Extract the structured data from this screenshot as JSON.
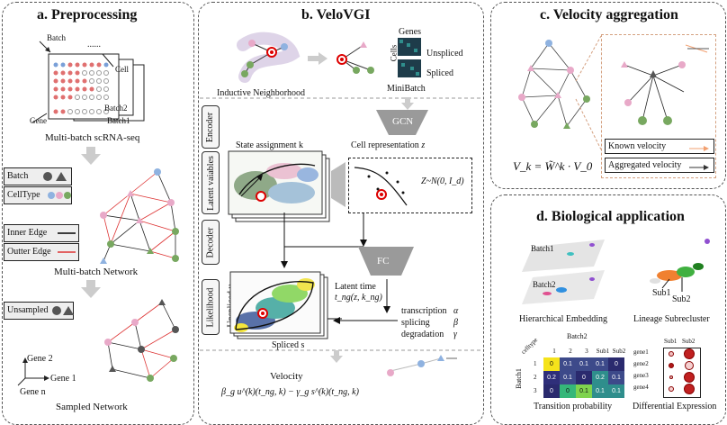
{
  "panel_a": {
    "title": "a. Preprocessing",
    "batch_label": "Batch",
    "dots": "......",
    "cell_label": "Cell",
    "gene_label": "Gene",
    "batch2_label": "Batch2",
    "batch1_label": "Batch1",
    "caption1": "Multi-batch scRNA-seq",
    "legend_batch": "Batch",
    "legend_celltype": "CellType",
    "legend_inner": "Inner Edge",
    "legend_outter": "Outter Edge",
    "caption2": "Multi-batch Network",
    "legend_unsampled": "Unsampled",
    "axis_gene2": "Gene 2",
    "axis_gene1": "Gene 1",
    "axis_genen": "Gene n",
    "caption3": "Sampled Network"
  },
  "panel_b": {
    "title": "b. VeloVGI",
    "genes_label": "Genes",
    "cells_label": "Cells",
    "unspliced_label": "Unspliced",
    "spliced_label": "Spliced",
    "inductive_caption": "Inductive Neighborhood",
    "minibatch_caption": "MiniBatch",
    "encoder_label": "Encoder",
    "gcn_label": "GCN",
    "cell_rep_label": "Cell representation",
    "cell_rep_var": "z",
    "state_label": "State assignment k",
    "latent_vars_label": "Latent vaiables",
    "fc_small_label": "FC",
    "z_dist_label": "Z~N(0, I_d)",
    "decoder_label": "Decoder",
    "fc_label": "FC",
    "likelihood_label": "Likelihood",
    "unspliced_u_label": "Unspliced u",
    "spliced_s_label": "Spliced s",
    "latent_time_label": "Latent time",
    "latent_time_formula": "t_ng(z, k_ng)",
    "transcription_label": "transcription",
    "transcription_sym": "α",
    "splicing_label": "splicing",
    "splicing_sym": "β",
    "degradation_label": "degradation",
    "degradation_sym": "γ",
    "velocity_label": "Velocity",
    "velocity_formula": "β_g u^(k)(t_ng, k) − γ_g s^(k)(t_ng, k)"
  },
  "panel_c": {
    "title": "c. Velocity aggregation",
    "known_velocity": "Known velocity",
    "aggregated_velocity": "Aggregated velocity",
    "formula": "V_k = W̃^k · V_0"
  },
  "panel_d": {
    "title": "d. Biological application",
    "batch1_label": "Batch1",
    "batch2_label": "Batch2",
    "sub1_label": "Sub1",
    "sub2_label": "Sub2",
    "caption_hier": "Hierarchical Embedding",
    "caption_lineage": "Lineage Subrecluster",
    "heatmap_batch2": "Batch2",
    "heatmap_celltype": "celltype",
    "heatmap_batch1": "Batch1",
    "heatmap_cols": [
      "1",
      "2",
      "3",
      "Sub1",
      "Sub2"
    ],
    "heatmap_rows": [
      "1",
      "2",
      "3"
    ],
    "heatmap_values": [
      [
        "0",
        "0.1",
        "0.1",
        "0.1",
        "0"
      ],
      [
        "0.2",
        "0.1",
        "0",
        "0.2",
        "0.1"
      ],
      [
        "0",
        "0",
        "0.1",
        "0.1",
        "0.1"
      ]
    ],
    "heatmap_colors": [
      [
        "#f5e31b",
        "#3d4a8a",
        "#3d4a8a",
        "#3d4a8a",
        "#2a2a6e"
      ],
      [
        "#2f2f7a",
        "#3d4a8a",
        "#2a2a6e",
        "#2f8e8c",
        "#3d4a8a"
      ],
      [
        "#2a2a6e",
        "#35b779",
        "#7fd34e",
        "#2f8e8c",
        "#2f8e8c"
      ]
    ],
    "caption_trans": "Transition probability",
    "dot_cols": [
      "Sub1",
      "Sub2"
    ],
    "dot_rows": [
      "gene1",
      "gene2",
      "gene3",
      "gene4"
    ],
    "caption_diff": "Differential Expression"
  }
}
